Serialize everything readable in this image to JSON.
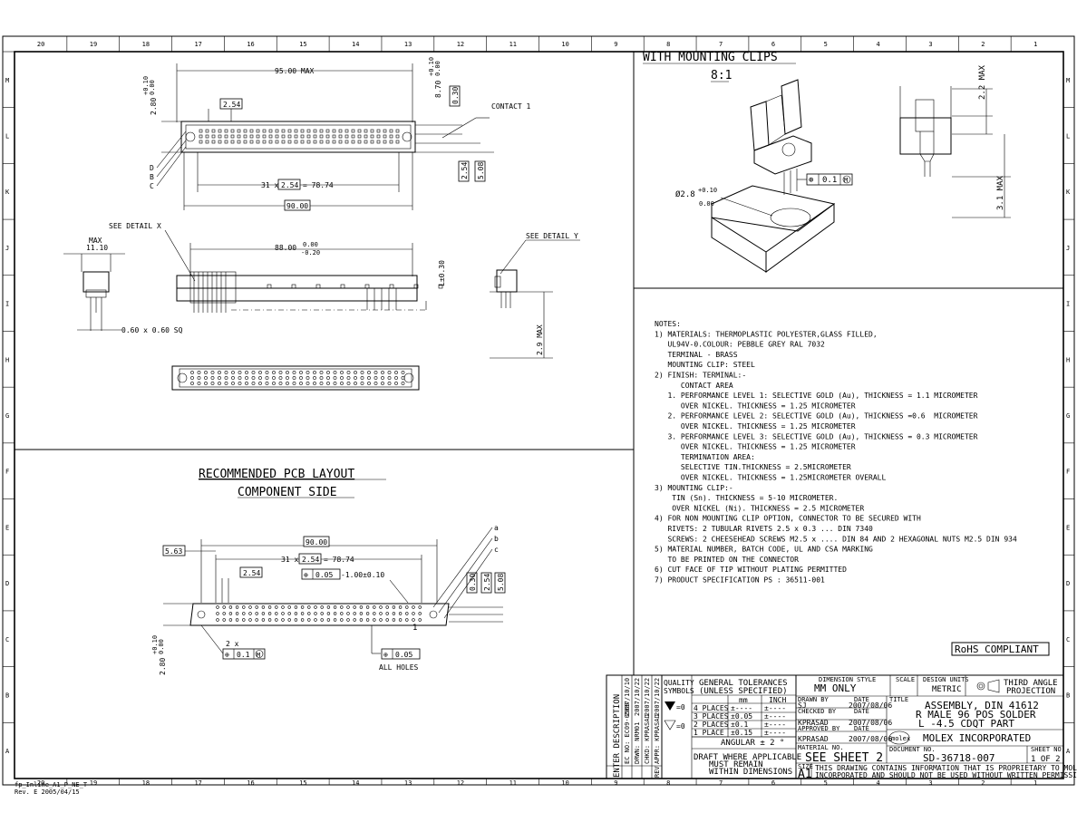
{
  "zones": {
    "top": [
      "20",
      "19",
      "18",
      "17",
      "16",
      "15",
      "14",
      "13",
      "12",
      "11",
      "10",
      "9",
      "8",
      "7",
      "6",
      "5",
      "4",
      "3",
      "2",
      "1"
    ],
    "side": [
      "M",
      "L",
      "K",
      "J",
      "I",
      "H",
      "G",
      "F",
      "E",
      "D",
      "C",
      "B",
      "A"
    ]
  },
  "top_view": {
    "overall_max": "95.00 MAX",
    "height_tol": [
      "2.80",
      "+0.10",
      "0.00"
    ],
    "pitch_box": "2.54",
    "side_tol": [
      "8.70",
      "+0.10",
      "0.00"
    ],
    "box_030": "0.30",
    "contact_label": "CONTACT 1",
    "row_letters": [
      "D",
      "B",
      "C"
    ],
    "pitch_expr_pre": "31 x",
    "pitch_expr_box": "2.54",
    "pitch_expr_post": "= 78.74",
    "overall_box": "90.00",
    "dim_254": "2.54",
    "dim_508": "5.08"
  },
  "side_view": {
    "see_detail_x": "SEE DETAIL X",
    "see_detail_y": "SEE DETAIL Y",
    "max_label": "MAX",
    "max_value": "11.10",
    "length": "88.00",
    "length_tol": [
      "0.00",
      "-0.20"
    ],
    "l_tol": "L±0.30",
    "pin_size": "0.60 x 0.60 SQ",
    "pin_max": "2.9 MAX"
  },
  "pcb": {
    "title": "RECOMMENDED PCB LAYOUT",
    "subtitle": "COMPONENT SIDE",
    "dim_563": "5.63",
    "dim_9000": "90.00",
    "pitch_pre": "31 x",
    "pitch_box": "2.54",
    "pitch_post": "= 78.74",
    "dim_254": "2.54",
    "pos_tol_sym": "⊕",
    "pos_tol_val": "0.05",
    "hole_dia": "-1.00±0.10",
    "box_030": "0.30",
    "box_254": "2.54",
    "box_508": "5.08",
    "row_letters": [
      "a",
      "b",
      "c"
    ],
    "two_x": "2 x",
    "mount_tol": "0.1",
    "mount_datum": "M",
    "all_tol": "0.05",
    "all_holes": "ALL HOLES",
    "height_tol": [
      "2.80",
      "+0.10",
      "0.00"
    ],
    "pin1": "1"
  },
  "clips": {
    "title": "WITH MOUNTING CLIPS",
    "scale": "8:1",
    "max_22": "2.2 MAX",
    "max_31": "3.1 MAX",
    "tol_sym": "⊕",
    "tol_val": "0.1",
    "tol_datum": "M",
    "dia": [
      "Ø2.8",
      "+0.10",
      "0.00"
    ]
  },
  "notes": [
    "NOTES:",
    "1) MATERIALS: THERMOPLASTIC POLYESTER,GLASS FILLED,",
    "   UL94V-0.COLOUR: PEBBLE GREY RAL 7032",
    "   TERMINAL - BRASS",
    "   MOUNTING CLIP: STEEL",
    "2) FINISH: TERMINAL:-",
    "      CONTACT AREA",
    "   1. PERFORMANCE LEVEL 1: SELECTIVE GOLD (Au), THICKNESS = 1.1 MICROMETER",
    "      OVER NICKEL. THICKNESS = 1.25 MICROMETER",
    "   2. PERFORMANCE LEVEL 2: SELECTIVE GOLD (Au), THICKNESS =0.6  MICROMETER",
    "      OVER NICKEL. THICKNESS = 1.25 MICROMETER",
    "   3. PERFORMANCE LEVEL 3: SELECTIVE GOLD (Au), THICKNESS = 0.3 MICROMETER",
    "      OVER NICKEL. THICKNESS = 1.25 MICROMETER",
    "      TERMINATION AREA:",
    "      SELECTIVE TIN.THICKNESS = 2.5MICROMETER",
    "      OVER NICKEL. THICKNESS = 1.25MICROMETER OVERALL",
    "3) MOUNTING CLIP:-",
    "    TIN (Sn). THICKNESS = 5-10 MICROMETER.",
    "    OVER NICKEL (Ni). THICKNESS = 2.5 MICROMETER",
    "4) FOR NON MOUNTING CLIP OPTION, CONNECTOR TO BE SECURED WITH",
    "   RIVETS: 2 TUBULAR RIVETS 2.5 x 0.3 ... DIN 7340",
    "   SCREWS: 2 CHEESEHEAD SCREWS M2.5 x .... DIN 84 AND 2 HEXAGONAL NUTS M2.5 DIN 934",
    "5) MATERIAL NUMBER, BATCH CODE, UL AND CSA MARKING",
    "   TO BE PRINTED ON THE CONNECTOR",
    "6) CUT FACE OF TIP WITHOUT PLATING PERMITTED",
    "7) PRODUCT SPECIFICATION PS : 36511-001"
  ],
  "rohs": "RoHS COMPLIANT",
  "title_block": {
    "rev_headers": [
      "ENTER DESCRIPTION",
      "EC NO: EC09-0569",
      "DRWN: NRM01",
      "CHKD: KPRASAD",
      "APPR: KPRASAD"
    ],
    "rev_dates": [
      "2007/10/10",
      "2007/10/22",
      "2007/10/22",
      "2007/10/22"
    ],
    "rev_label": "REV",
    "quality": "QUALITY",
    "symbols": "SYMBOLS",
    "general_tol": "GENERAL TOLERANCES",
    "unless": "(UNLESS SPECIFIED)",
    "mm": "mm",
    "inch": "INCH",
    "places": [
      "4 PLACES",
      "3 PLACES",
      "2 PLACES",
      "1 PLACE"
    ],
    "mm_vals": [
      "±----",
      "±0.05",
      "±0.1",
      "±0.15"
    ],
    "inch_vals": [
      "±----",
      "±----",
      "±----",
      "±----"
    ],
    "angular": "ANGULAR ± 2 °",
    "draft": [
      "DRAFT WHERE APPLICABLE",
      "MUST REMAIN",
      "WITHIN DIMENSIONS"
    ],
    "dim_style_label": "DIMENSION STYLE",
    "dim_style": "MM ONLY",
    "drawn_by_label": "DRAWN BY",
    "drawn_by": "SJ",
    "drawn_date": "2007/08/06",
    "checked_label": "CHECKED BY",
    "checked_by": "KPRASAD",
    "checked_date": "2007/08/06",
    "approved_label": "APPROVED BY",
    "approved_by": "KPRASAD",
    "approved_date": "2007/08/06",
    "date_label": "DATE",
    "material_label": "MATERIAL NO.",
    "material": "SEE SHEET 2",
    "scale_label": "SCALE",
    "units_label": "DESIGN UNITS",
    "units": "METRIC",
    "projection": [
      "THIRD ANGLE",
      "PROJECTION"
    ],
    "title_label": "TITLE",
    "title": [
      "ASSEMBLY, DIN 41612",
      "R MALE 96 POS SOLDER",
      "L -4.5 CDQT PART"
    ],
    "company": "MOLEX INCORPORATED",
    "logo": "molex",
    "doc_label": "DOCUMENT NO.",
    "doc_no": "SD-36718-007",
    "sheet_label": "SHEET NO.",
    "sheet": "1 OF 2",
    "size_label": "SIZE",
    "size": "A1",
    "notice": [
      "THIS DRAWING CONTAINS INFORMATION THAT IS PROPRIETARY TO MOLEX",
      "INCORPORATED AND SHOULD NOT BE USED WITHOUT WRITTEN PERMISSION"
    ]
  },
  "footer": [
    "fp_Inline_A1_P_NE_T",
    "Rev. E 2005/04/15"
  ]
}
